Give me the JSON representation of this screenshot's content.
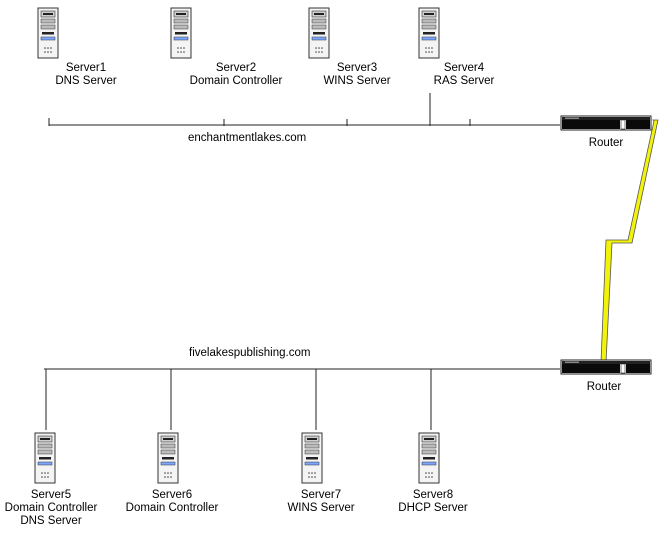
{
  "networks": {
    "top": {
      "domain": "enchantmentlakes.com"
    },
    "bottom": {
      "domain": "fivelakespublishing.com"
    }
  },
  "servers": [
    {
      "name": "Server1",
      "roles": [
        "DNS Server"
      ]
    },
    {
      "name": "Server2",
      "roles": [
        "Domain Controller"
      ]
    },
    {
      "name": "Server3",
      "roles": [
        "WINS Server"
      ]
    },
    {
      "name": "Server4",
      "roles": [
        "RAS Server"
      ]
    },
    {
      "name": "Server5",
      "roles": [
        "Domain Controller",
        "DNS Server"
      ]
    },
    {
      "name": "Server6",
      "roles": [
        "Domain Controller"
      ]
    },
    {
      "name": "Server7",
      "roles": [
        "WINS Server"
      ]
    },
    {
      "name": "Server8",
      "roles": [
        "DHCP Server"
      ]
    }
  ],
  "routers": [
    {
      "label": "Router"
    },
    {
      "label": "Router"
    }
  ],
  "colors": {
    "line": "#222222",
    "wan_link": "#f2f20a",
    "device": "#111111"
  }
}
